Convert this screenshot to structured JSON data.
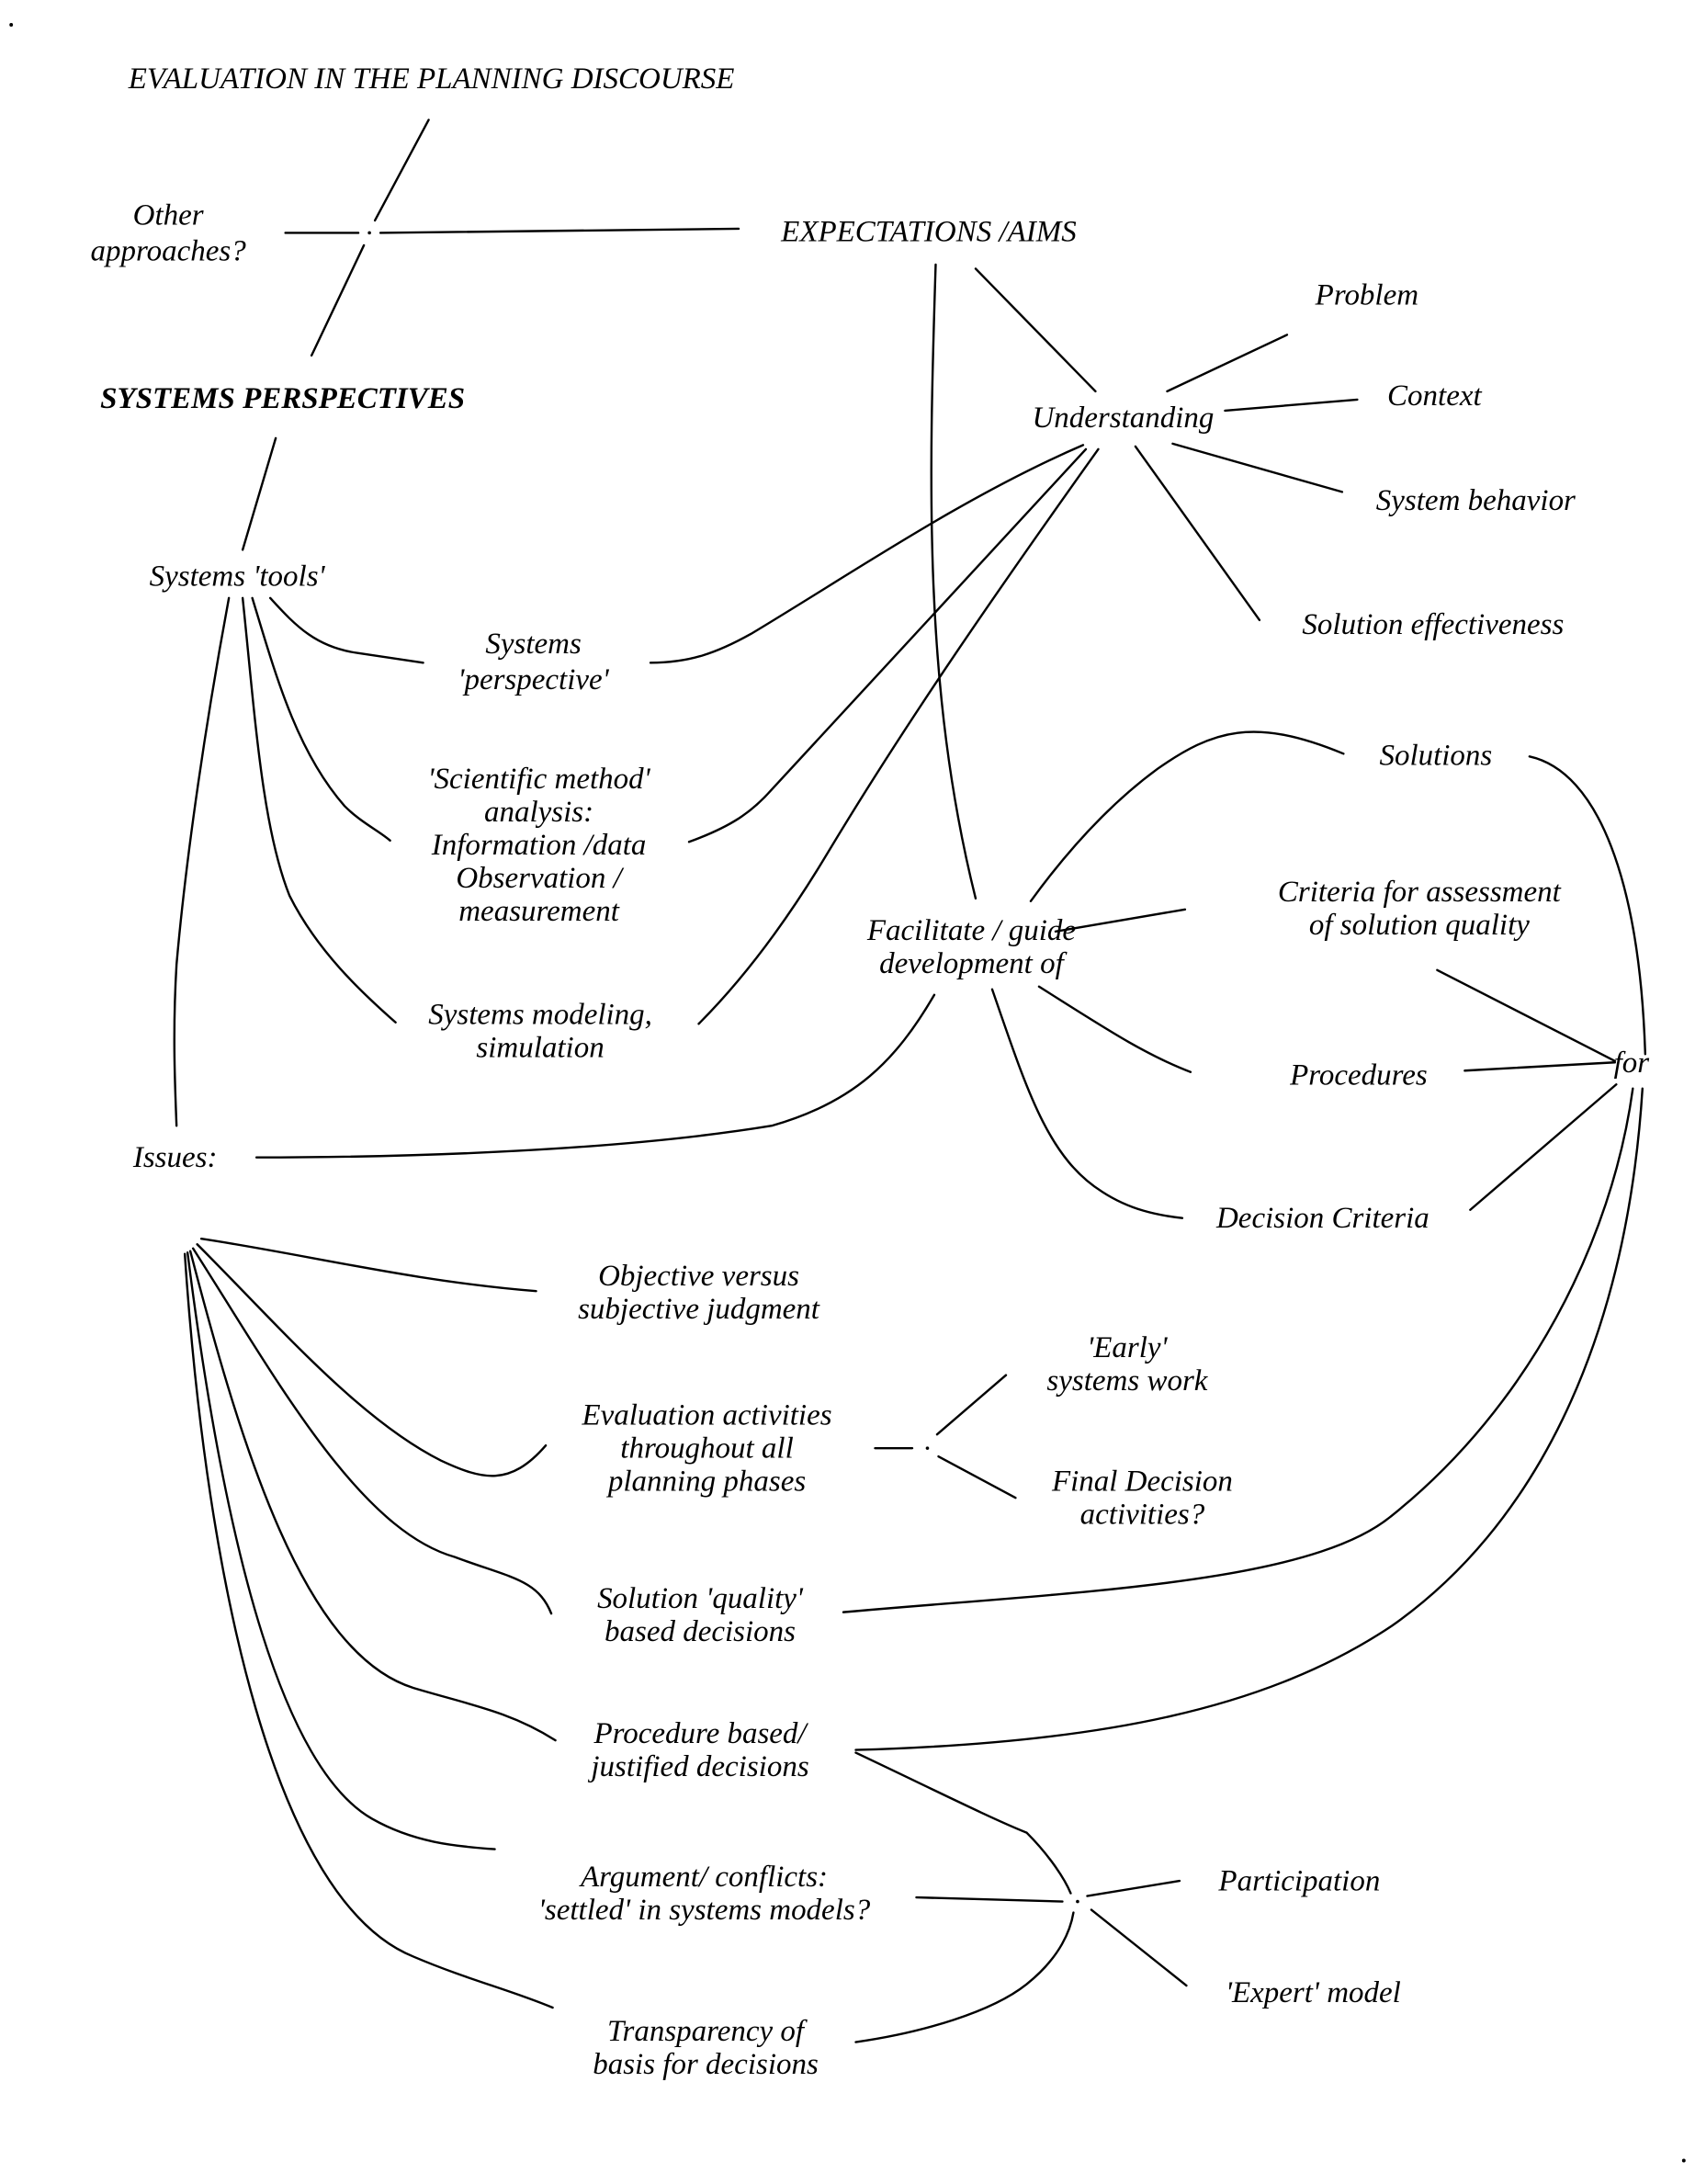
{
  "diagram": {
    "title": "EVALUATION IN THE PLANNING DISCOURSE",
    "nodes": {
      "other_approaches": [
        "Other",
        "approaches?"
      ],
      "expectations_aims": [
        "EXPECTATIONS /AIMS"
      ],
      "systems_perspectives": [
        "SYSTEMS PERSPECTIVES"
      ],
      "systems_tools": [
        "Systems 'tools'"
      ],
      "understanding": [
        "Understanding"
      ],
      "problem": [
        "Problem"
      ],
      "context": [
        "Context"
      ],
      "system_behavior": [
        "System behavior"
      ],
      "solution_effectiveness": [
        "Solution effectiveness"
      ],
      "systems_perspective": [
        "Systems",
        "'perspective'"
      ],
      "scientific_method": [
        "'Scientific method'",
        "analysis:",
        "Information /data",
        "Observation /",
        "measurement"
      ],
      "systems_modeling": [
        "Systems modeling,",
        "simulation"
      ],
      "facilitate": [
        "Facilitate / guide",
        "development of"
      ],
      "solutions": [
        "Solutions"
      ],
      "criteria_assessment": [
        "Criteria for assessment",
        "of solution quality"
      ],
      "procedures": [
        "Procedures"
      ],
      "decision_criteria": [
        "Decision Criteria"
      ],
      "for": [
        "for"
      ],
      "issues": [
        "Issues:"
      ],
      "objective_subjective": [
        "Objective versus",
        "subjective judgment"
      ],
      "evaluation_activities": [
        "Evaluation activities",
        "throughout all",
        "planning phases"
      ],
      "early_systems_work": [
        "'Early'",
        "systems work"
      ],
      "final_decision": [
        "Final Decision",
        "activities?"
      ],
      "solution_quality": [
        "Solution 'quality'",
        "based decisions"
      ],
      "procedure_based": [
        "Procedure based/",
        "justified decisions"
      ],
      "argument_conflicts": [
        "Argument/ conflicts:",
        "'settled' in systems models?"
      ],
      "participation": [
        "Participation"
      ],
      "expert_model": [
        "'Expert' model"
      ],
      "transparency": [
        "Transparency of",
        "basis for decisions"
      ]
    },
    "edges": [
      [
        "title",
        "hub_top"
      ],
      [
        "other_approaches",
        "hub_top"
      ],
      [
        "hub_top",
        "expectations_aims"
      ],
      [
        "hub_top",
        "systems_perspectives"
      ],
      [
        "systems_perspectives",
        "systems_tools"
      ],
      [
        "expectations_aims",
        "understanding"
      ],
      [
        "expectations_aims",
        "facilitate"
      ],
      [
        "understanding",
        "problem"
      ],
      [
        "understanding",
        "context"
      ],
      [
        "understanding",
        "system_behavior"
      ],
      [
        "understanding",
        "solution_effectiveness"
      ],
      [
        "systems_tools",
        "systems_perspective"
      ],
      [
        "systems_tools",
        "scientific_method"
      ],
      [
        "systems_tools",
        "systems_modeling"
      ],
      [
        "systems_tools",
        "issues"
      ],
      [
        "systems_perspective",
        "understanding"
      ],
      [
        "scientific_method",
        "understanding"
      ],
      [
        "systems_modeling",
        "understanding"
      ],
      [
        "facilitate",
        "solutions"
      ],
      [
        "facilitate",
        "criteria_assessment"
      ],
      [
        "facilitate",
        "procedures"
      ],
      [
        "facilitate",
        "decision_criteria"
      ],
      [
        "facilitate",
        "issues"
      ],
      [
        "solutions",
        "for"
      ],
      [
        "criteria_assessment",
        "for"
      ],
      [
        "procedures",
        "for"
      ],
      [
        "decision_criteria",
        "for"
      ],
      [
        "issues",
        "objective_subjective"
      ],
      [
        "issues",
        "evaluation_activities"
      ],
      [
        "issues",
        "solution_quality"
      ],
      [
        "issues",
        "procedure_based"
      ],
      [
        "issues",
        "argument_conflicts"
      ],
      [
        "issues",
        "transparency"
      ],
      [
        "evaluation_activities",
        "hub_phase"
      ],
      [
        "hub_phase",
        "early_systems_work"
      ],
      [
        "hub_phase",
        "final_decision"
      ],
      [
        "solution_quality",
        "for"
      ],
      [
        "procedure_based",
        "for"
      ],
      [
        "procedure_based",
        "hub_bottom"
      ],
      [
        "argument_conflicts",
        "hub_bottom"
      ],
      [
        "transparency",
        "hub_bottom"
      ],
      [
        "hub_bottom",
        "participation"
      ],
      [
        "hub_bottom",
        "expert_model"
      ]
    ]
  }
}
